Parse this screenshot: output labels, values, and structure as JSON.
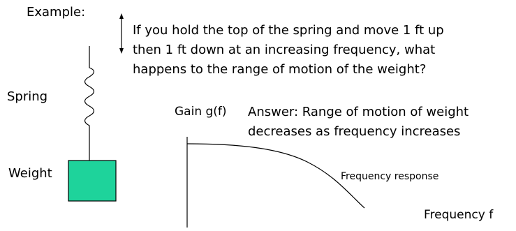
{
  "labels": {
    "example": "Example:",
    "question_lines": [
      "If you hold the top of the spring and move 1 ft up",
      "then 1 ft down at an increasing frequency, what",
      "happens to the range of motion of the weight?"
    ],
    "spring": "Spring",
    "weight": "Weight",
    "gain_axis": "Gain g(f)",
    "answer_lines": [
      "Answer: Range of motion of weight",
      "decreases as frequency increases"
    ],
    "curve_label": "Frequency response",
    "frequency_axis": "Frequency f"
  },
  "colors": {
    "weight_fill": "#1ed39b",
    "stroke": "#000000"
  }
}
